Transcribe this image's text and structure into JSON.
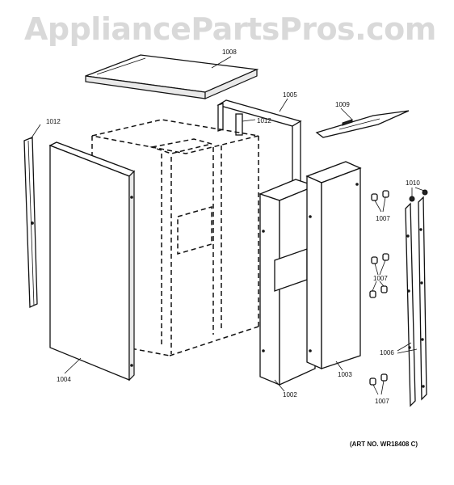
{
  "watermark": "AppliancePartsPros.com",
  "art_number": "(ART NO. WR18408 C)",
  "callouts": {
    "c1008": "1008",
    "c1005": "1005",
    "c1009": "1009",
    "c1012a": "1012",
    "c1012b": "1012",
    "c1010": "1010",
    "c1007a": "1007",
    "c1007b": "1007",
    "c1007c": "1007",
    "c1006": "1006",
    "c1004": "1004",
    "c1002": "1002",
    "c1003": "1003"
  }
}
